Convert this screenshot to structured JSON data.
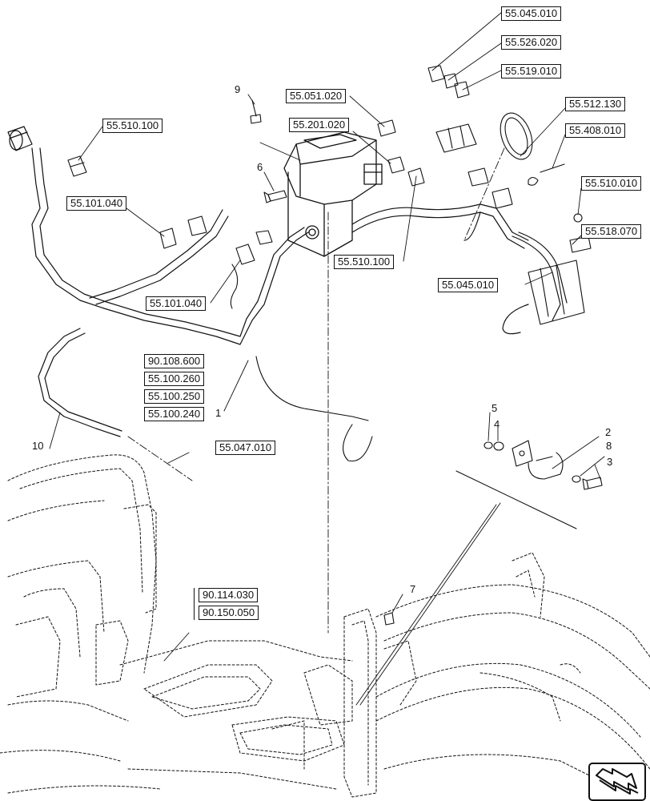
{
  "diagram": {
    "reference_labels": {
      "r1": "55.045.010",
      "r2": "55.526.020",
      "r3": "55.519.010",
      "r4": "55.512.130",
      "r5": "55.408.010",
      "r6": "55.510.010",
      "r7": "55.518.070",
      "r8": "55.045.010",
      "r9": "55.051.020",
      "r10": "55.201.020",
      "r11": "55.510.100",
      "r12": "55.101.040",
      "r13": "55.101.040",
      "r14": "55.510.100",
      "r15": "90.108.600",
      "r16": "55.100.260",
      "r17": "55.100.250",
      "r18": "55.100.240",
      "r19": "55.047.010",
      "r20": "90.114.030",
      "r21": "90.150.050"
    },
    "callouts": {
      "c1": "1",
      "c2": "2",
      "c3": "3",
      "c4": "4",
      "c5": "5",
      "c6": "6",
      "c7": "7",
      "c8": "8",
      "c9": "9",
      "c10": "10"
    },
    "line_color": "#111111",
    "background": "#ffffff"
  },
  "navigation": {
    "icon": "next-page-arrow-icon"
  }
}
